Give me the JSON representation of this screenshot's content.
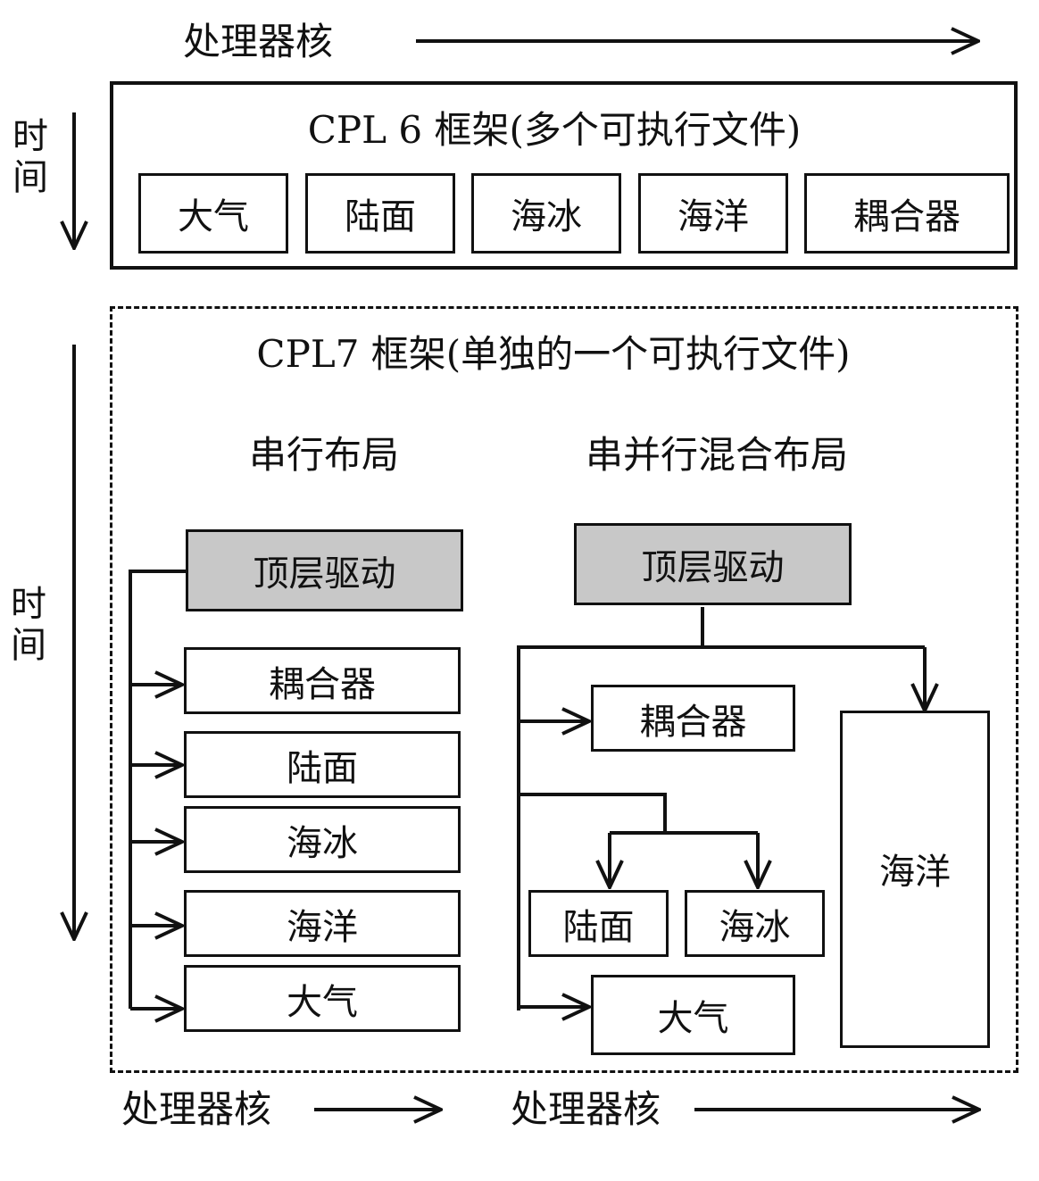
{
  "top_axis_label": "处理器核",
  "cpl6": {
    "time_label": "时间",
    "title": "CPL 6 框架(多个可执行文件)",
    "components": [
      "大气",
      "陆面",
      "海冰",
      "海洋",
      "耦合器"
    ]
  },
  "cpl7": {
    "time_label": "时间",
    "title": "CPL7 框架(单独的一个可执行文件)",
    "serial": {
      "title": "串行布局",
      "driver": "顶层驱动",
      "components": [
        "耦合器",
        "陆面",
        "海冰",
        "海洋",
        "大气"
      ]
    },
    "hybrid": {
      "title": "串并行混合布局",
      "driver": "顶层驱动",
      "coupler": "耦合器",
      "land": "陆面",
      "ice": "海冰",
      "atm": "大气",
      "ocean": "海洋"
    }
  },
  "bottom_axis_labels": [
    "处理器核",
    "处理器核"
  ]
}
